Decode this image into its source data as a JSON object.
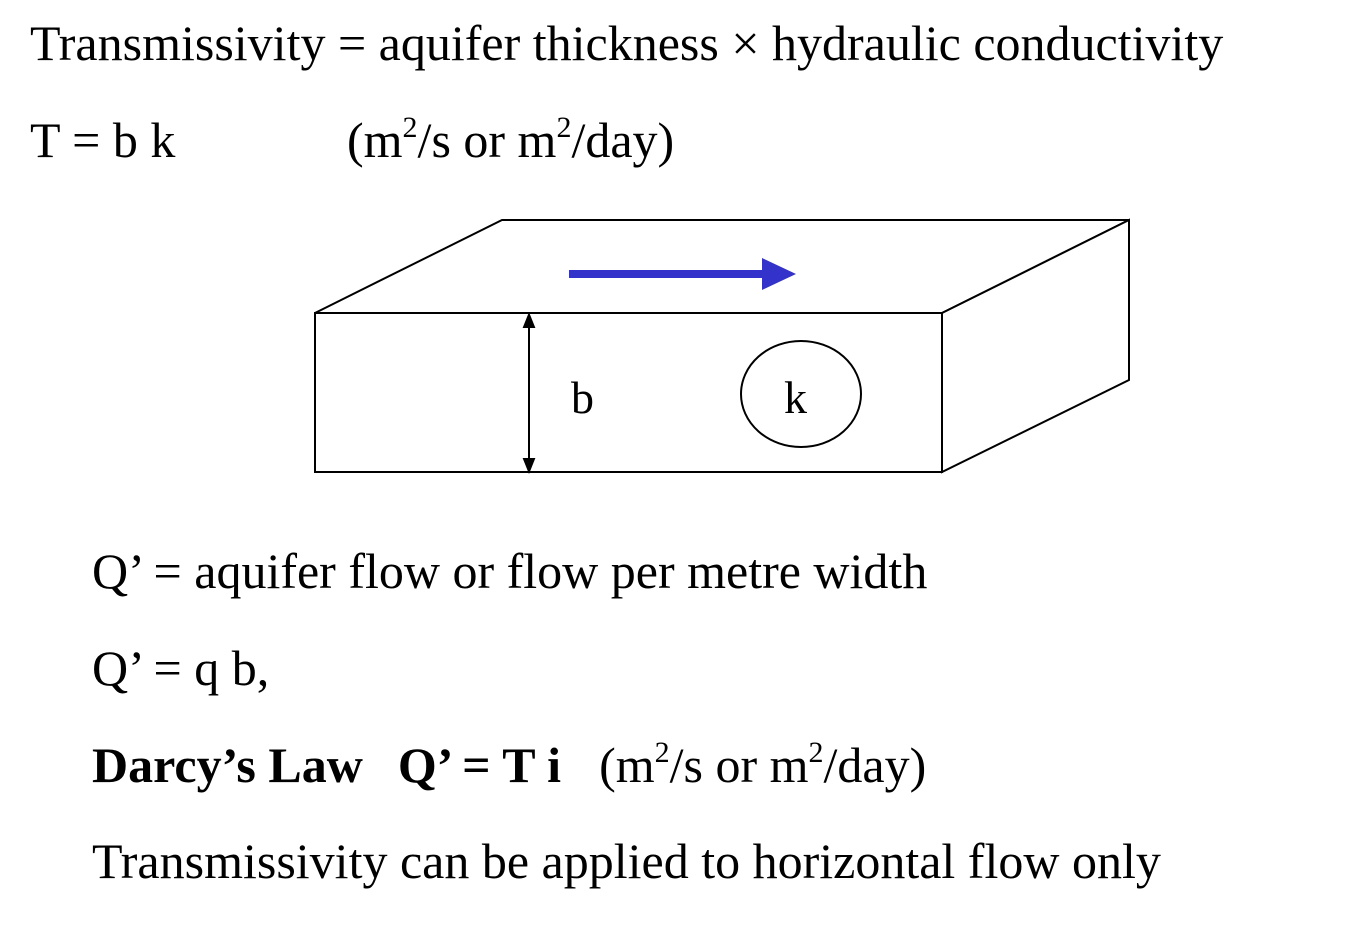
{
  "header": {
    "definition": "Transmissivity = aquifer thickness × hydraulic conductivity",
    "formula": "T = b k",
    "units": {
      "open": "(m",
      "sup1": "2",
      "mid": "/s or  m",
      "sup2": "2",
      "close": "/day)"
    }
  },
  "diagram": {
    "thickness_label": "b",
    "conductivity_label": "k",
    "arrow_color": "#3333cc",
    "line_color": "#000000"
  },
  "notes": {
    "flow_definition": "Q’ = aquifer flow or flow per metre width",
    "flow_formula": "Q’ = q b,",
    "darcy": {
      "law_label": "Darcy’s Law",
      "formula": "Q’ = T i",
      "units": {
        "open": "(m",
        "sup1": "2",
        "mid": "/s or  m",
        "sup2": "2",
        "close": "/day)"
      }
    },
    "applicability": "Transmissivity can be applied to horizontal flow only"
  }
}
